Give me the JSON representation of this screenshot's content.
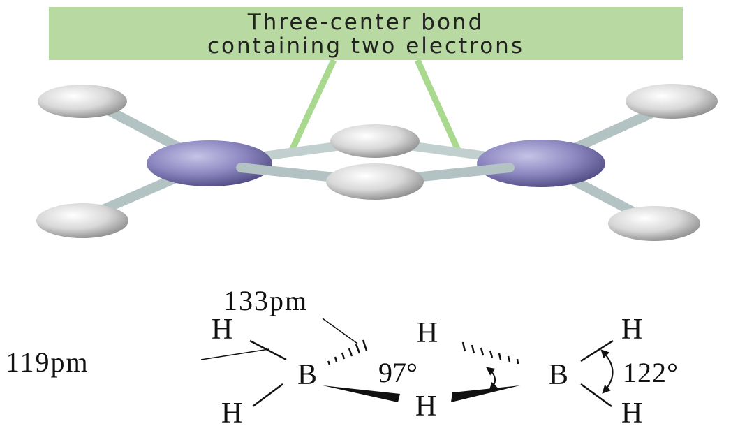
{
  "banner": {
    "line1": "Three-center bond",
    "line2": "containing two electrons"
  },
  "structure": {
    "atoms": {
      "boron": "B",
      "hydrogen": "H"
    },
    "labels": {
      "bridge_bond_length": "133pm",
      "terminal_bond_length": "119pm",
      "bridge_angle": "97°",
      "terminal_angle": "122°"
    }
  },
  "colors": {
    "banner": "#b8d9a2",
    "banner_lines": "#a9d98f",
    "boron": "#8c86c0",
    "hydrogen": "#dcdcdc",
    "bond": "#b9c7c7"
  }
}
